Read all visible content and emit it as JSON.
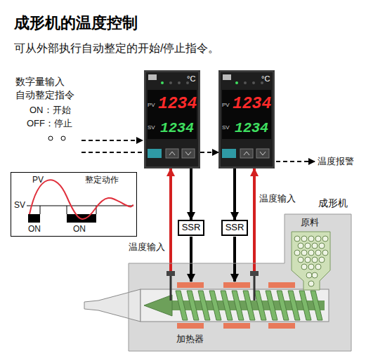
{
  "diagram": {
    "title": "成形机的温度控制",
    "nodes": [
      {
        "text": [
          "°C",
          "PV",
          "1234",
          "SV",
          "1234"
        ]
      },
      {
        "text": [
          "°C",
          "PV",
          "1234",
          "SV",
          "1234"
        ]
      },
      {
        "text": [
          "PV",
          "整定动作",
          "SV",
          "ON",
          "ON"
        ]
      },
      {
        "text": [
          "SSR"
        ]
      },
      {
        "text": [
          "SSR"
        ]
      },
      {
        "text": [
          "成形机"
        ]
      }
    ],
    "edges": [
      {
        "from": 0,
        "to": 1,
        "arrow": "to"
      },
      {
        "from": 0,
        "to": 3,
        "arrow": "to"
      },
      {
        "from": 1,
        "to": 4,
        "arrow": "to"
      },
      {
        "from": 5,
        "to": 0,
        "arrow": "to",
        "label": "温度输入"
      },
      {
        "from": 5,
        "to": 1,
        "arrow": "to",
        "label": "温度输入"
      }
    ],
    "labels": [
      "可从外部执行自动整定的开始/停止指令。",
      "数字量输入",
      "自动整定指令",
      "ON：开始",
      "OFF：停止",
      "温度报警",
      "原料",
      "加热器"
    ]
  }
}
